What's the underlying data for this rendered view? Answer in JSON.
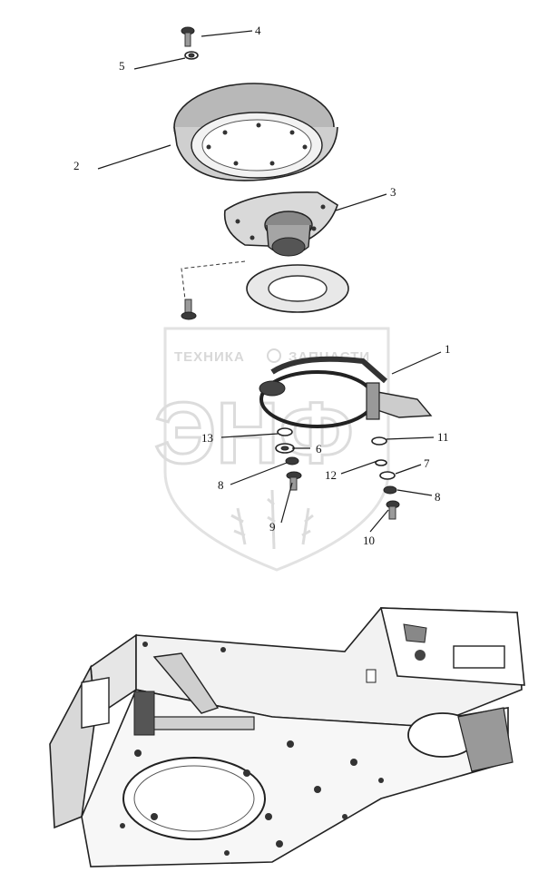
{
  "watermark": {
    "brand_left": "ТЕХНИКА",
    "brand_right": "ЗАПЧАСТИ",
    "logo_letters": "ЭНФ",
    "color": "#d8d8d8"
  },
  "callouts": [
    {
      "id": "c4",
      "label": "4"
    },
    {
      "id": "c5",
      "label": "5"
    },
    {
      "id": "c2",
      "label": "2"
    },
    {
      "id": "c3",
      "label": "3"
    },
    {
      "id": "c1",
      "label": "1"
    },
    {
      "id": "c13",
      "label": "13"
    },
    {
      "id": "c6",
      "label": "6"
    },
    {
      "id": "c11",
      "label": "11"
    },
    {
      "id": "c7",
      "label": "7"
    },
    {
      "id": "c8a",
      "label": "8"
    },
    {
      "id": "c12",
      "label": "12"
    },
    {
      "id": "c8b",
      "label": "8"
    },
    {
      "id": "c9",
      "label": "9"
    },
    {
      "id": "c10",
      "label": "10"
    }
  ]
}
